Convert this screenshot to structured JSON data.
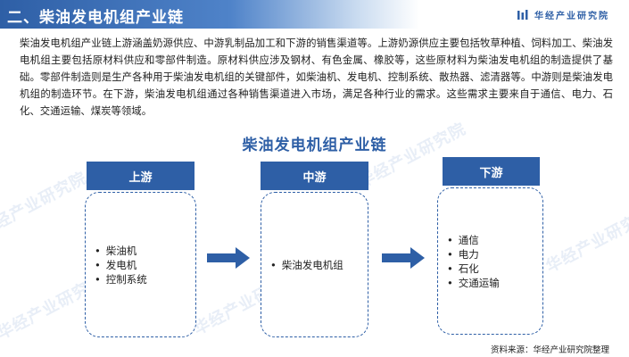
{
  "header": {
    "title": "二、柴油发电机组产业链",
    "brand": "华经产业研究院"
  },
  "intro": "柴油发电机组产业链上游涵盖奶源供应、中游乳制品加工和下游的销售渠道等。上游奶源供应主要包括牧草种植、饲料加工、柴油发电机组主要包括原材料供应和零部件制造。原材料供应涉及钢材、有色金属、橡胶等，这些原材料为柴油发电机组的制造提供了基础。零部件制造则是生产各种用于柴油发电机组的关键部件，如柴油机、发电机、控制系统、散热器、滤清器等。中游则是柴油发电机组的制造环节。在下游，柴油发电机组通过各种销售渠道进入市场，满足各种行业的需求。这些需求主要来自于通信、电力、石化、交通运输、煤炭等领域。",
  "diagram": {
    "title": "柴油发电机组产业链",
    "stages": [
      {
        "label": "上游",
        "items": [
          "柴油机",
          "发电机",
          "控制系统"
        ]
      },
      {
        "label": "中游",
        "items": [
          "柴油发电机组"
        ]
      },
      {
        "label": "下游",
        "items": [
          "通信",
          "电力",
          "石化",
          "交通运输"
        ]
      }
    ]
  },
  "watermark": "华经产业研究院",
  "footer": "资料来源：华经产业研究院整理",
  "colors": {
    "primary": "#2e5fa6",
    "watermark": "#e8eef7"
  }
}
